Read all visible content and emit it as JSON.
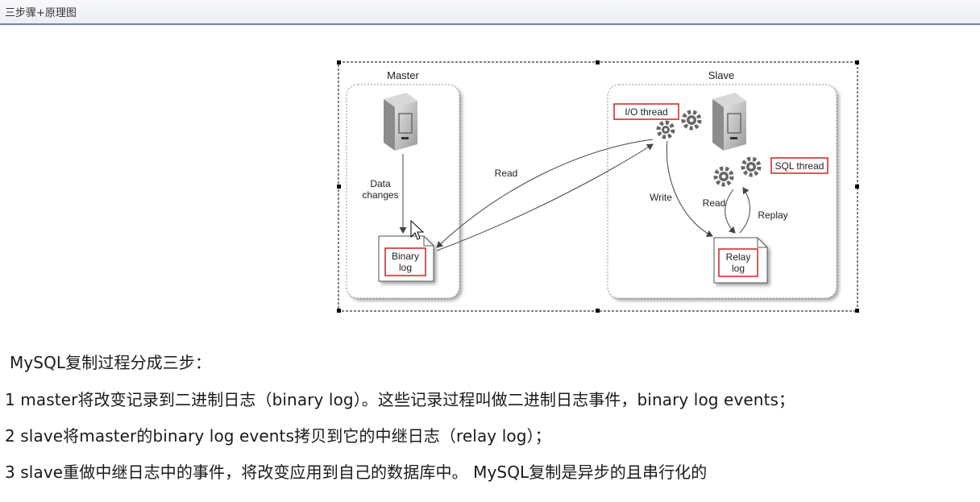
{
  "window": {
    "title": "三步骤+原理图"
  },
  "diagram": {
    "master_label": "Master",
    "slave_label": "Slave",
    "data_changes_line1": "Data",
    "data_changes_line2": "changes",
    "binary_log_line1": "Binary",
    "binary_log_line2": "log",
    "read_left": "Read",
    "io_thread": "I/O thread",
    "sql_thread": "SQL thread",
    "write": "Write",
    "read_right": "Read",
    "replay": "Replay",
    "relay_log_line1": "Relay",
    "relay_log_line2": "log",
    "highlight_color": "#cc2222"
  },
  "content": {
    "heading": "MySQL复制过程分成三步：",
    "step1": "1 master将改变记录到二进制日志（binary log）。这些记录过程叫做二进制日志事件，binary log events；",
    "step2": "2 slave将master的binary log events拷贝到它的中继日志（relay log）；",
    "step3": "3 slave重做中继日志中的事件，将改变应用到自己的数据库中。 MySQL复制是异步的且串行化的"
  }
}
